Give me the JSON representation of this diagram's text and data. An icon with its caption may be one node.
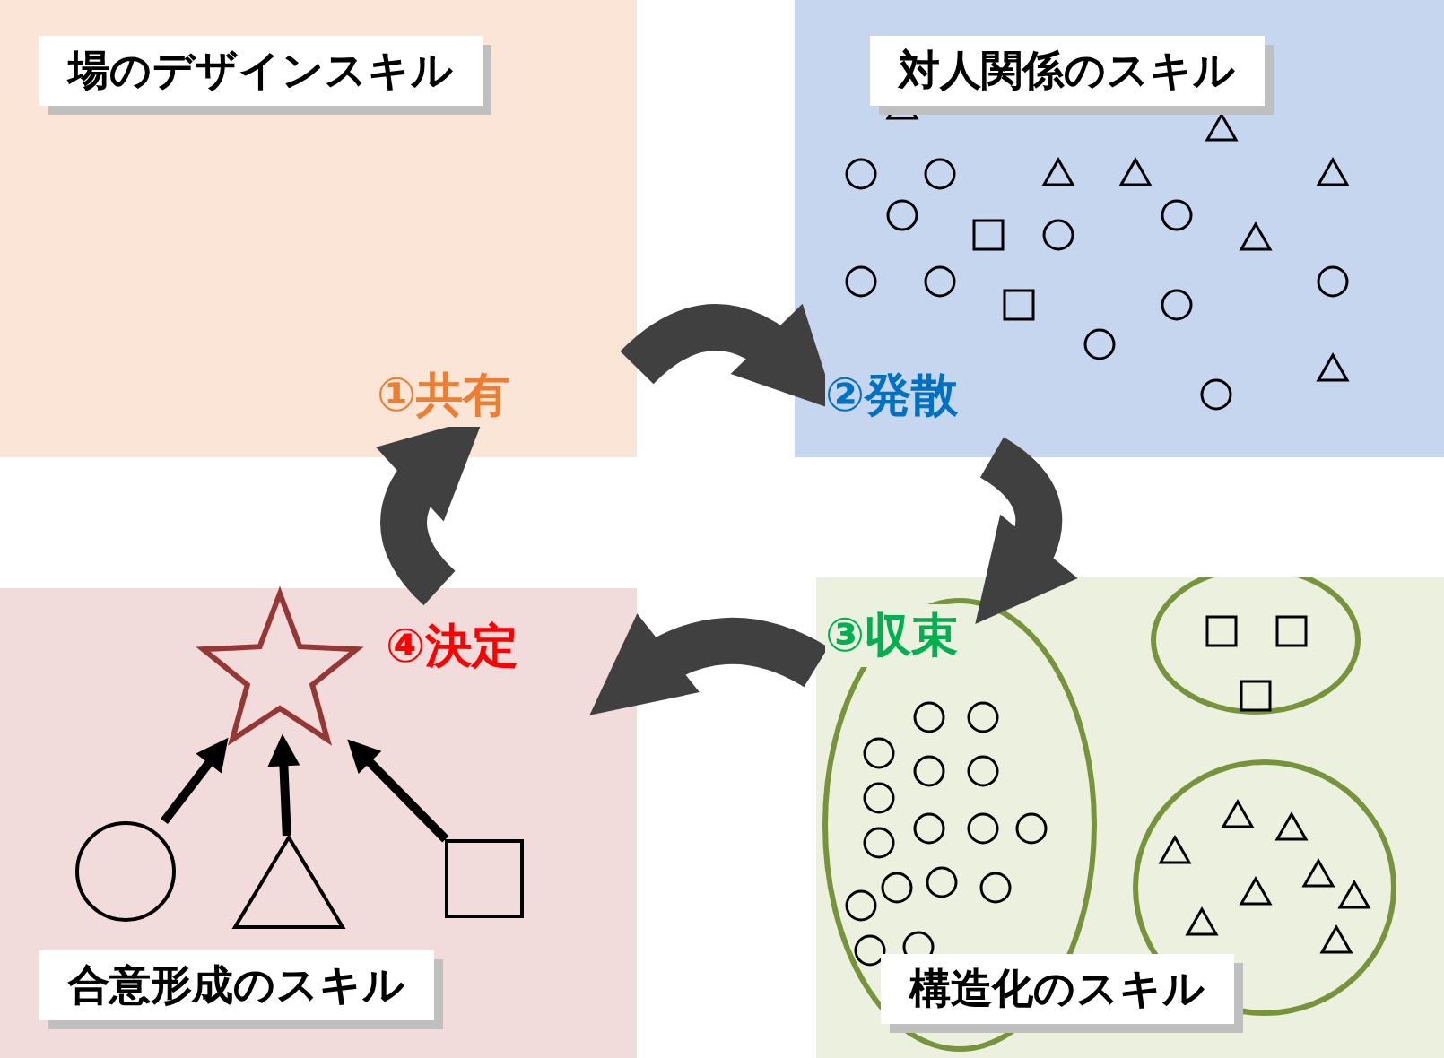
{
  "diagram": {
    "nodes": [
      {
        "text": [
          "場のデザインスキル",
          "①共有"
        ]
      },
      {
        "text": [
          "対人関係のスキル",
          "②発散"
        ]
      },
      {
        "text": [
          "③収束",
          "構造化のスキル"
        ]
      },
      {
        "text": [
          "④決定",
          "合意形成のスキル"
        ]
      },
      {
        "text": [],
        "shape": "star",
        "in": 3
      },
      {
        "text": [],
        "shape": "circle",
        "in": 3
      },
      {
        "text": [],
        "shape": "triangle",
        "in": 3
      },
      {
        "text": [],
        "shape": "box",
        "in": 3
      }
    ],
    "edges": [
      {
        "from": 0,
        "to": 1,
        "arrow": "to"
      },
      {
        "from": 1,
        "to": 2,
        "arrow": "to"
      },
      {
        "from": 2,
        "to": 3,
        "arrow": "to"
      },
      {
        "from": 3,
        "to": 0,
        "arrow": "to"
      },
      {
        "from": 5,
        "to": 4,
        "arrow": "to",
        "color": "#000000"
      },
      {
        "from": 6,
        "to": 4,
        "arrow": "to",
        "color": "#000000"
      },
      {
        "from": 7,
        "to": 4,
        "arrow": "to",
        "color": "#000000"
      }
    ]
  }
}
